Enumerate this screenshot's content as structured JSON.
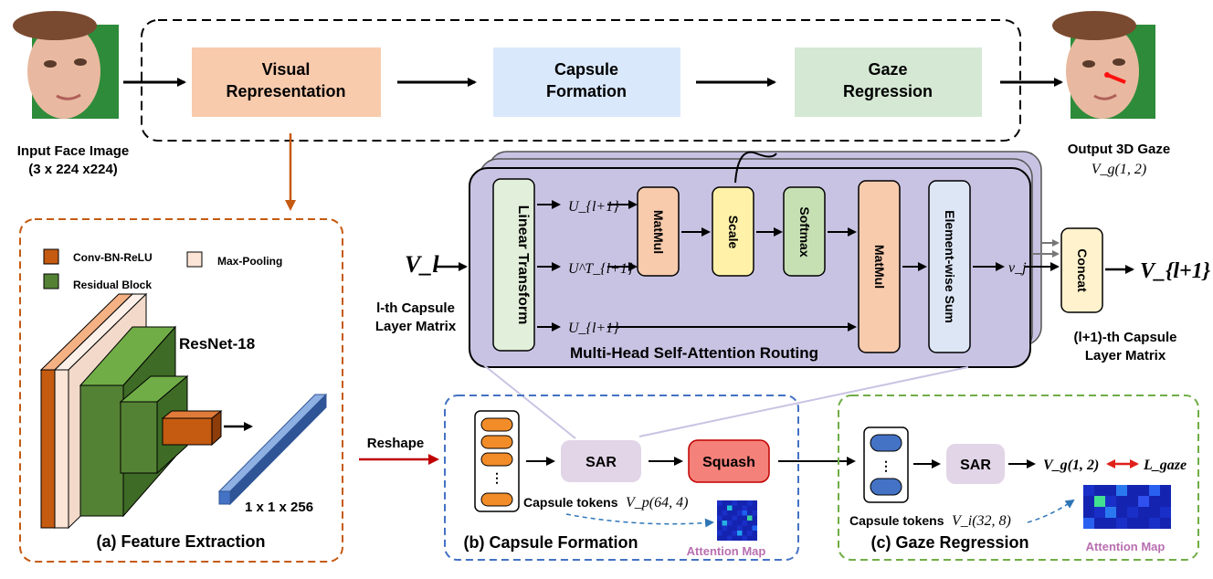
{
  "pipeline": {
    "visual_representation": [
      "Visual",
      "Representation"
    ],
    "capsule_formation": [
      "Capsule",
      "Formation"
    ],
    "gaze_regression": [
      "Gaze",
      "Regression"
    ]
  },
  "input": {
    "title": "Input Face Image",
    "dims": "(3 x 224 x224)"
  },
  "output": {
    "title": "Output 3D Gaze",
    "vector": "V_g(1, 2)"
  },
  "feature_extraction": {
    "legend": {
      "conv": "Conv-BN-ReLU",
      "maxpool": "Max-Pooling",
      "residual": "Residual Block"
    },
    "network": "ResNet-18",
    "output_dims": "1 x 1 x 256",
    "caption": "(a) Feature Extraction"
  },
  "routing": {
    "input_symbol": "V_l",
    "input_caption": [
      "l-th Capsule",
      "Layer Matrix"
    ],
    "linear": "Linear Transform",
    "u1": "U_{l+1}",
    "u2": "U^T_{l+1}",
    "u3": "U_{l+1}",
    "matmul1": "MatMul",
    "scale": "Scale",
    "softmax": "Softmax",
    "matmul2": "MatMul",
    "elementwise": "Element-wise Sum",
    "vj": "v_j",
    "title": "Multi-Head Self-Attention Routing",
    "concat": "Concat",
    "output_symbol": "V_{l+1}",
    "output_caption": [
      "(l+1)-th Capsule",
      "Layer Matrix"
    ]
  },
  "capsule_formation_panel": {
    "reshape": "Reshape",
    "sar": "SAR",
    "squash": "Squash",
    "tokens": "Capsule tokens",
    "tokens_math": "V_p(64, 4)",
    "attention": "Attention Map",
    "caption": "(b) Capsule Formation"
  },
  "gaze_panel": {
    "sar": "SAR",
    "vg": "V_g(1, 2)",
    "loss": "L_gaze",
    "tokens": "Capsule tokens",
    "tokens_math": "V_i(32, 8)",
    "attention": "Attention Map",
    "caption": "(c) Gaze Regression"
  },
  "colors": {
    "orange_box": "#f8cbad",
    "blue_box": "#dae8fc",
    "green_box": "#d5e8d4",
    "routing_bg": "#c9c3e3",
    "conv": "#c55a11",
    "residual": "#548235",
    "vector": "#4472c4",
    "squash": "#f4817a",
    "sar": "#e1d5e7",
    "attention_label": "#b86fb0"
  }
}
